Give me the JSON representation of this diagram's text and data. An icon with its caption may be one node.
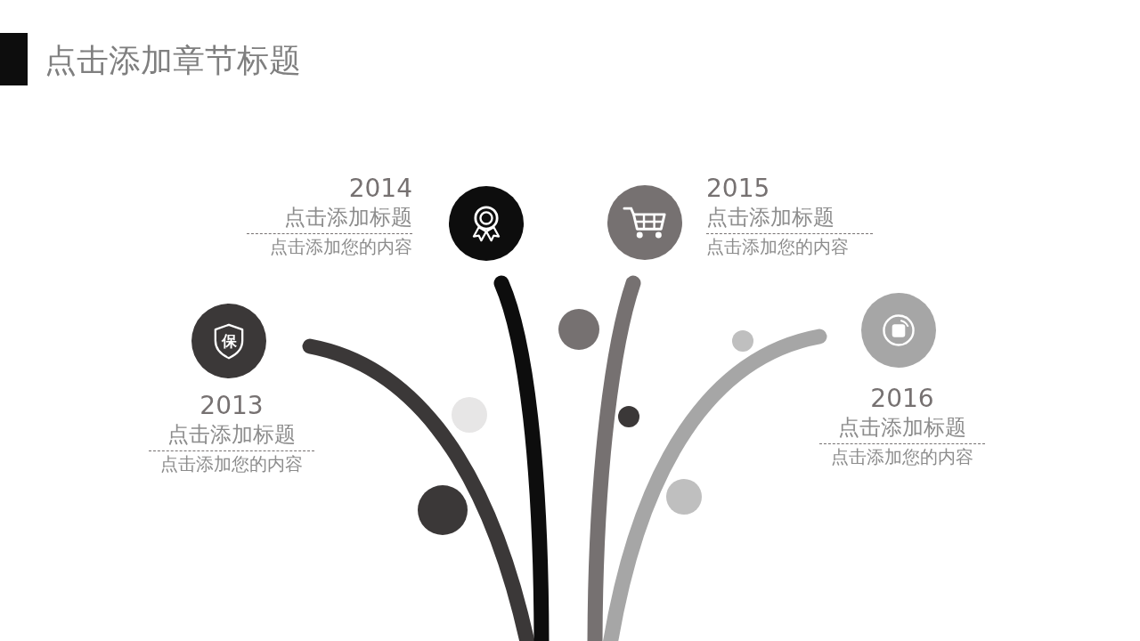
{
  "diagram": {
    "title": "点击添加章节标题",
    "nodes": [
      {
        "text": [
          "保"
        ],
        "beside": [
          "2013",
          "点击添加标题",
          "点击添加您的内容"
        ]
      },
      {
        "text": [],
        "shape": "circle",
        "beside": [
          "2014",
          "点击添加标题",
          "点击添加您的内容"
        ]
      },
      {
        "text": [],
        "shape": "circle",
        "beside": [
          "2015",
          "点击添加标题",
          "点击添加您的内容"
        ]
      },
      {
        "text": [],
        "shape": "circle",
        "beside": [
          "2016",
          "点击添加标题",
          "点击添加您的内容"
        ]
      }
    ]
  }
}
